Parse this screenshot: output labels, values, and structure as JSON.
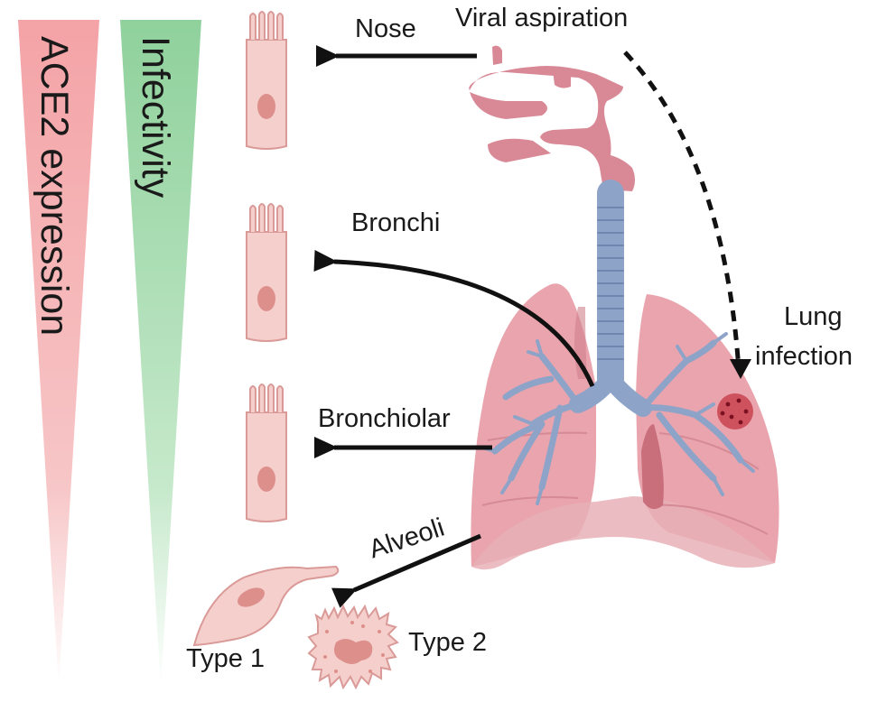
{
  "gradients": {
    "ace2": {
      "label": "ACE2 expression",
      "color": "#f4a3a6"
    },
    "infectivity": {
      "label": "Infectivity",
      "color": "#95d4a0"
    }
  },
  "labels": {
    "nose": "Nose",
    "viral_aspiration": "Viral aspiration",
    "bronchi": "Bronchi",
    "bronchiolar": "Bronchiolar",
    "alveoli": "Alveoli",
    "lung_infection_1": "Lung",
    "lung_infection_2": "infection",
    "type1": "Type 1",
    "type2": "Type 2"
  },
  "colors": {
    "tissue": "#e8a0a8",
    "tissue_dark": "#c96f7c",
    "airway": "#8ea3c8",
    "cell_fill": "#f5cfcc",
    "cell_stroke": "#d99a98",
    "nucleus": "#dd8f8c",
    "infection": "#b8323f",
    "arrow": "#111111"
  },
  "icons": [
    "lungs-illustration",
    "epithelial-cell-icon",
    "alveolar-type1-cell-icon",
    "alveolar-type2-cell-icon",
    "infection-spot-icon"
  ]
}
